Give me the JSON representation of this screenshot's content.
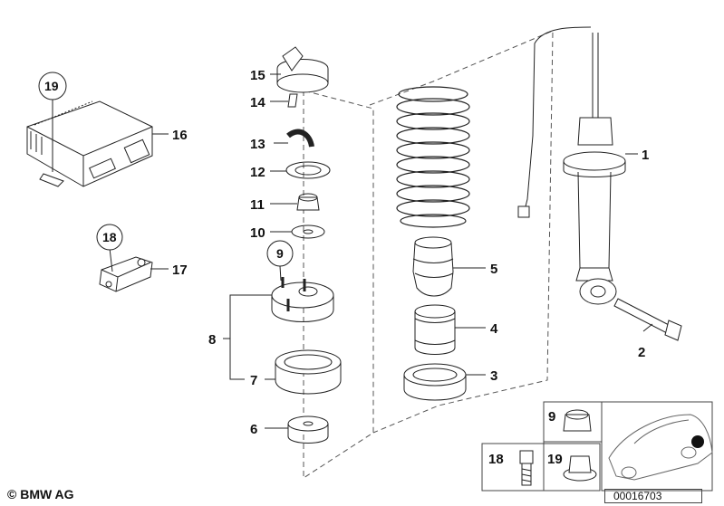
{
  "parts": {
    "p1": "1",
    "p2": "2",
    "p3": "3",
    "p4": "4",
    "p5": "5",
    "p6": "6",
    "p7": "7",
    "p8": "8",
    "p9": "9",
    "p10": "10",
    "p11": "11",
    "p12": "12",
    "p13": "13",
    "p14": "14",
    "p15": "15",
    "p16": "16",
    "p17": "17",
    "p18": "18",
    "p19": "19"
  },
  "inset": {
    "p9": "9",
    "p18": "18",
    "p19": "19"
  },
  "footer": {
    "copyright": "© BMW AG",
    "drawing_id": "00016703"
  }
}
